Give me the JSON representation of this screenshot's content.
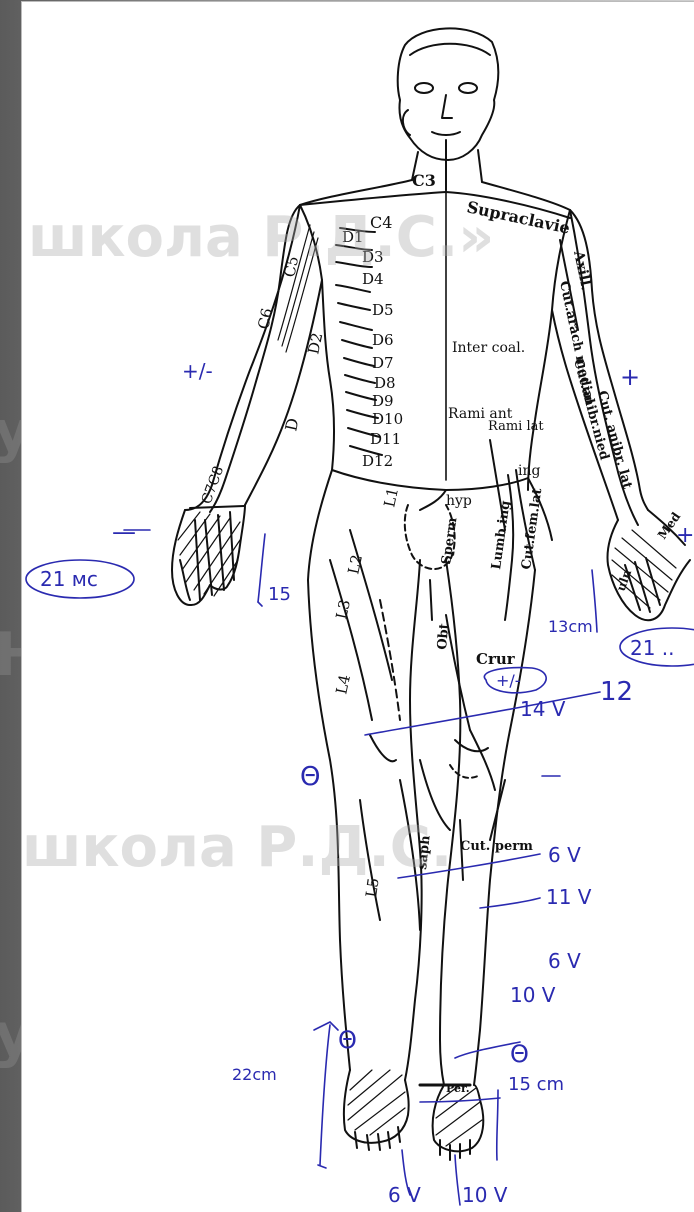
{
  "watermarks": [
    "школа Р.Д.С.»",
    "ург",
    "Н.",
    "школа Р.Д.С.",
    "ург"
  ],
  "labels": {
    "C3": "C3",
    "C4": "C4",
    "D1": "D1",
    "D3": "D3",
    "D4": "D4",
    "D5": "D5",
    "D6": "D6",
    "D7": "D7",
    "D8": "D8",
    "D9": "D9",
    "D10": "D10",
    "D11": "D11",
    "D12": "D12",
    "C5": "C5",
    "C6": "C6",
    "D2": "D2",
    "D": "D",
    "C7C8": "C7C8",
    "supraclav": "Supraclavie",
    "axill": "Axill.",
    "cut_arach_medial": "Cut.arach medial",
    "cut_anibr_nied": "Cut.anibr.nied",
    "cut_anibr_lat": "Cut. anibr. lat",
    "inter_coal": "Inter coal.",
    "rami_ant": "Rami ant",
    "rami_lat": "Rami lat",
    "ing": "ing",
    "hyp": "hyp",
    "sperm": "Sperm",
    "lumb_ing": "Lumb.ing",
    "cut_fem_lat": "Cut.fem.lat",
    "obt": "Obt",
    "crur": "Crur",
    "L1": "L1",
    "L2": "L2",
    "L3": "L3",
    "L4": "L4",
    "L5": "L5",
    "saph": "saph",
    "cut_perm": "Cut. perm",
    "per": "Per.",
    "med": "Med",
    "uln": "uln"
  },
  "notes": {
    "pm_left": "+/-",
    "minus_left": "—",
    "plus_right": "+",
    "plus_right2": "+",
    "n15": "15",
    "n21_left": "21 мс",
    "n21_right": "21 ..",
    "n13": "13cm",
    "n12": "12",
    "pm_knee": "+/-",
    "v14": "14 V",
    "theta1": "Θ",
    "v6a": "6 V",
    "v11": "11 V",
    "v6b": "6 V",
    "v10a": "10 V",
    "theta2": "Θ",
    "n15cm": "15 cm",
    "n22": "22cm",
    "theta3": "Θ",
    "v6c": "6 V",
    "v10b": "10 V"
  },
  "colors": {
    "ink": "#111111",
    "pen": "#2a2ab0",
    "paper": "#ffffff"
  }
}
